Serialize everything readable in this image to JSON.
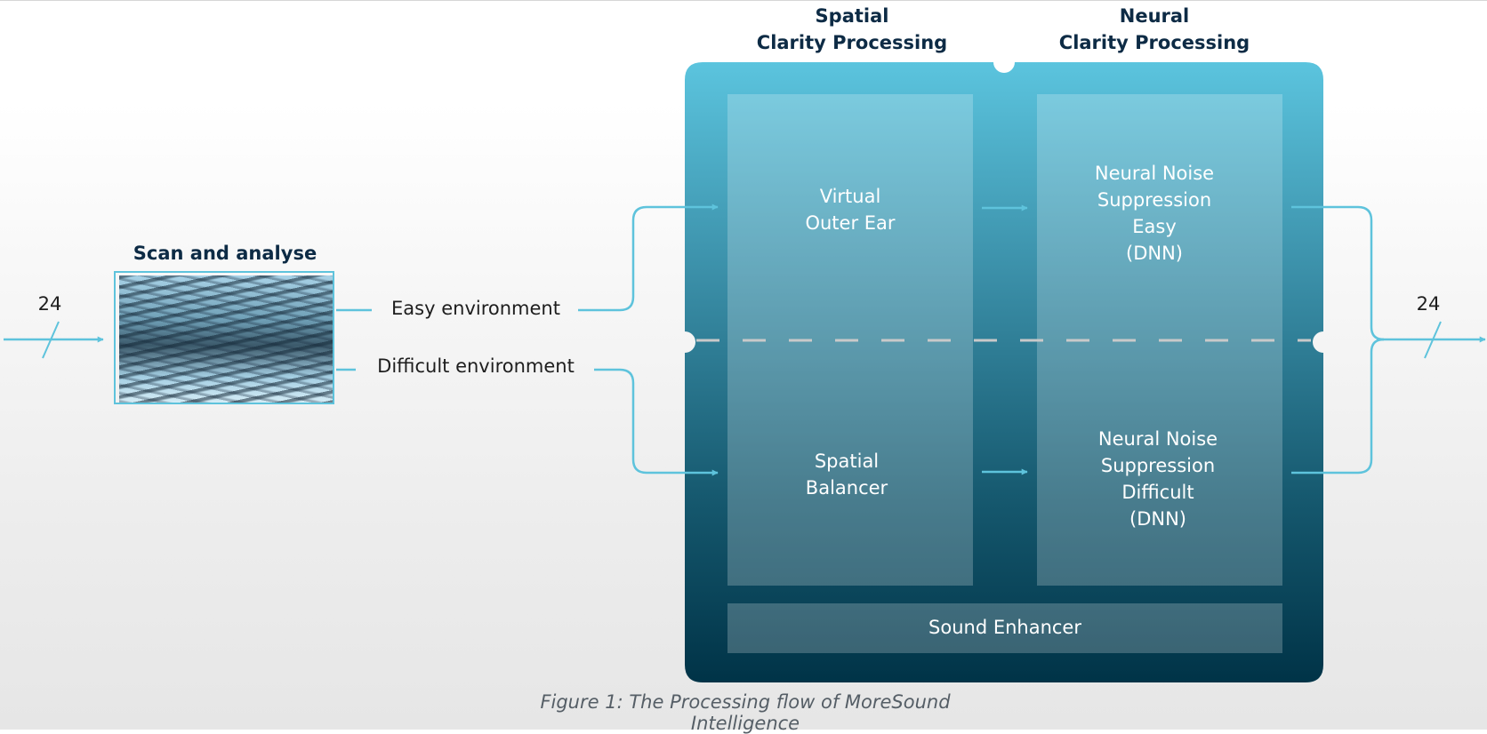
{
  "columns": {
    "spatial_header": [
      "Spatial",
      "Clarity Processing"
    ],
    "neural_header": [
      "Neural",
      "Clarity Processing"
    ]
  },
  "scan": {
    "title": "Scan and analyse"
  },
  "inputs": {
    "channel_in": "24",
    "channel_out": "24",
    "easy_env": "Easy environment",
    "difficult_env": "Difficult environment"
  },
  "blocks": {
    "virtual_outer_ear": [
      "Virtual",
      "Outer Ear"
    ],
    "nns_easy": [
      "Neural Noise",
      "Suppression",
      "Easy",
      "(DNN)"
    ],
    "spatial_balancer": [
      "Spatial",
      "Balancer"
    ],
    "nns_difficult": [
      "Neural Noise",
      "Suppression",
      "Difficult",
      "(DNN)"
    ],
    "sound_enhancer": "Sound Enhancer"
  },
  "caption": "Figure 1: The Processing flow of MoreSound Intelligence",
  "colors": {
    "accent": "#5ec3dc",
    "box_top": "#5bc4de",
    "box_bottom": "#003347",
    "heading": "#0d2b45"
  }
}
